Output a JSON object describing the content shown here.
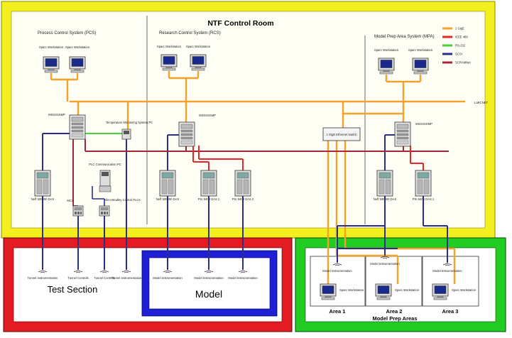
{
  "title": "NTF Control Room",
  "systems": {
    "pcs": "Process Control System (PCS)",
    "rcs": "Research Control System (RCS)",
    "mpa": "Model Prep Area System (MPA)"
  },
  "legend": [
    {
      "label": "1 GigE",
      "color": "#f7a12b"
    },
    {
      "label": "IEEE 488",
      "color": "#e8262c"
    },
    {
      "label": "RS-232",
      "color": "#4ccf3c"
    },
    {
      "label": "SCSI",
      "color": "#2a2f8f"
    },
    {
      "label": "SCRAMNet",
      "color": "#a5283a"
    }
  ],
  "labels": {
    "workstation": "Sparc Workstation",
    "temp_mon": "Temperature Monitoring System PC",
    "eth_switch": "1 GigE Ethernet Switch",
    "larcnet": "LaRCNET",
    "plc_comm": "PLC Communication PC",
    "allen_bradley": "Allen-Bradley Control PLCs",
    "mcs": "MCS",
    "neff_das": "Neff 500000 DAS",
    "psi_das1": "PSI 8400 DAS 1",
    "psi_das2": "PSI 8400 DAS 2",
    "psi_das_mpa": "PSI 8400 DAS 1",
    "tunnel_instr": "Tunnel Instrumentation",
    "tunnel_controls": "Tunnel Controls",
    "model_instr": "Model Instrumentation",
    "test_section": "Test Section",
    "model": "Model",
    "area1": "Area 1",
    "area2": "Area 2",
    "area3": "Area 3",
    "model_prep_areas": "Model Prep Areas",
    "server_pcs": "MSSSSSMP",
    "server_rcs": "MSSSSSMP",
    "server_mpa": "MSSSSSMP"
  },
  "colors": {
    "yellow": "#f3ee1d",
    "red": "#e31b23",
    "blue": "#1f1fd6",
    "green": "#22cc22",
    "gige": "#f7a12b",
    "ieee": "#e8262c",
    "rs232": "#4ccf3c",
    "scsi": "#2a2f8f",
    "scram": "#a5283a"
  }
}
